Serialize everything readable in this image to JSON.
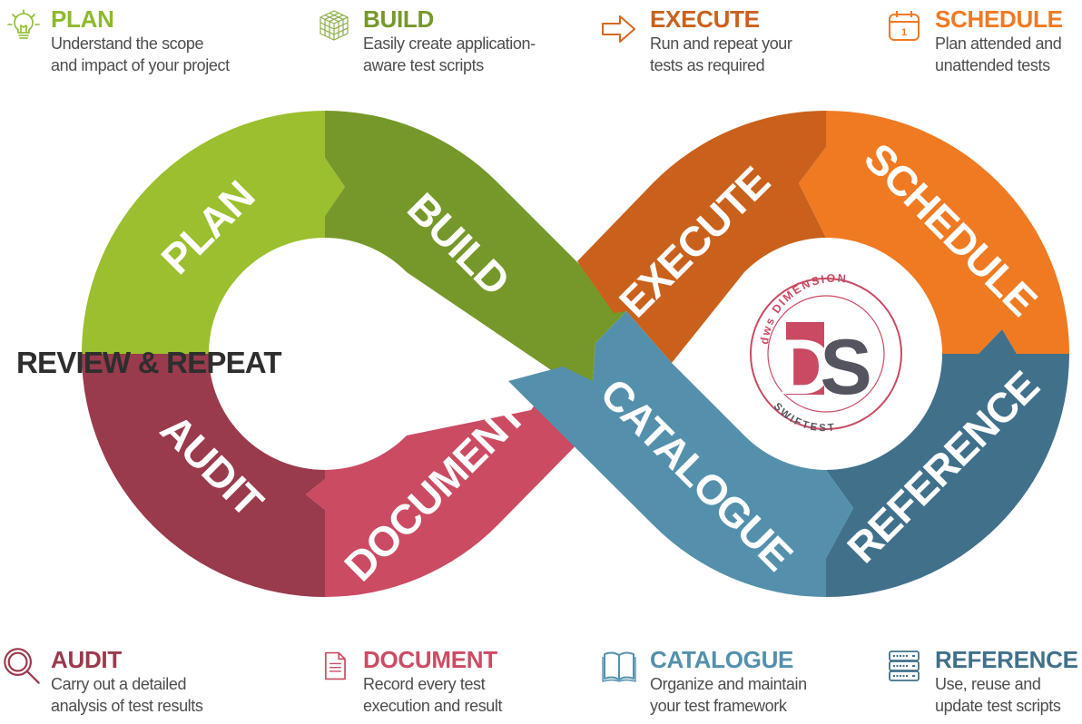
{
  "colors": {
    "plan": "#9bbf2e",
    "build": "#76982a",
    "execute": "#c9611c",
    "schedule": "#ef7a22",
    "reference": "#41708a",
    "catalogue": "#5490ac",
    "document": "#cb4b63",
    "audit": "#9a3a4d",
    "logo": "#c94a62",
    "logo_dark": "#555560"
  },
  "cards": {
    "plan": {
      "title": "PLAN",
      "desc1": "Understand the scope",
      "desc2": "and impact of your project",
      "icon": "lightbulb-icon"
    },
    "build": {
      "title": "BUILD",
      "desc1": "Easily create application-",
      "desc2": "aware test scripts",
      "icon": "cube-grid-icon"
    },
    "execute": {
      "title": "EXECUTE",
      "desc1": "Run and repeat your",
      "desc2": "tests as required",
      "icon": "arrow-right-icon"
    },
    "schedule": {
      "title": "SCHEDULE",
      "desc1": "Plan attended and",
      "desc2": "unattended tests",
      "icon": "calendar-icon",
      "icon_text": "1"
    },
    "audit": {
      "title": "AUDIT",
      "desc1": "Carry out a detailed",
      "desc2": "analysis of test results",
      "icon": "magnifier-icon"
    },
    "document": {
      "title": "DOCUMENT",
      "desc1": "Record every test",
      "desc2": "execution and result",
      "icon": "document-icon"
    },
    "catalogue": {
      "title": "CATALOGUE",
      "desc1": "Organize and maintain",
      "desc2": "your test framework",
      "icon": "open-book-icon"
    },
    "reference": {
      "title": "REFERENCE",
      "desc1": "Use, reuse and",
      "desc2": "update test scripts",
      "icon": "server-icon"
    }
  },
  "loop": {
    "center_label": "REVIEW & REPEAT",
    "segments": {
      "plan": "PLAN",
      "build": "BUILD",
      "execute": "EXECUTE",
      "schedule": "SCHEDULE",
      "reference": "REFERENCE",
      "catalogue": "CATALOGUE",
      "document": "DOCUMENT",
      "audit": "AUDIT"
    }
  },
  "logo": {
    "arc_top": "dws DIMENSION",
    "letter_d": "D",
    "letter_s": "S",
    "arc_bottom": "SWIFTEST"
  }
}
